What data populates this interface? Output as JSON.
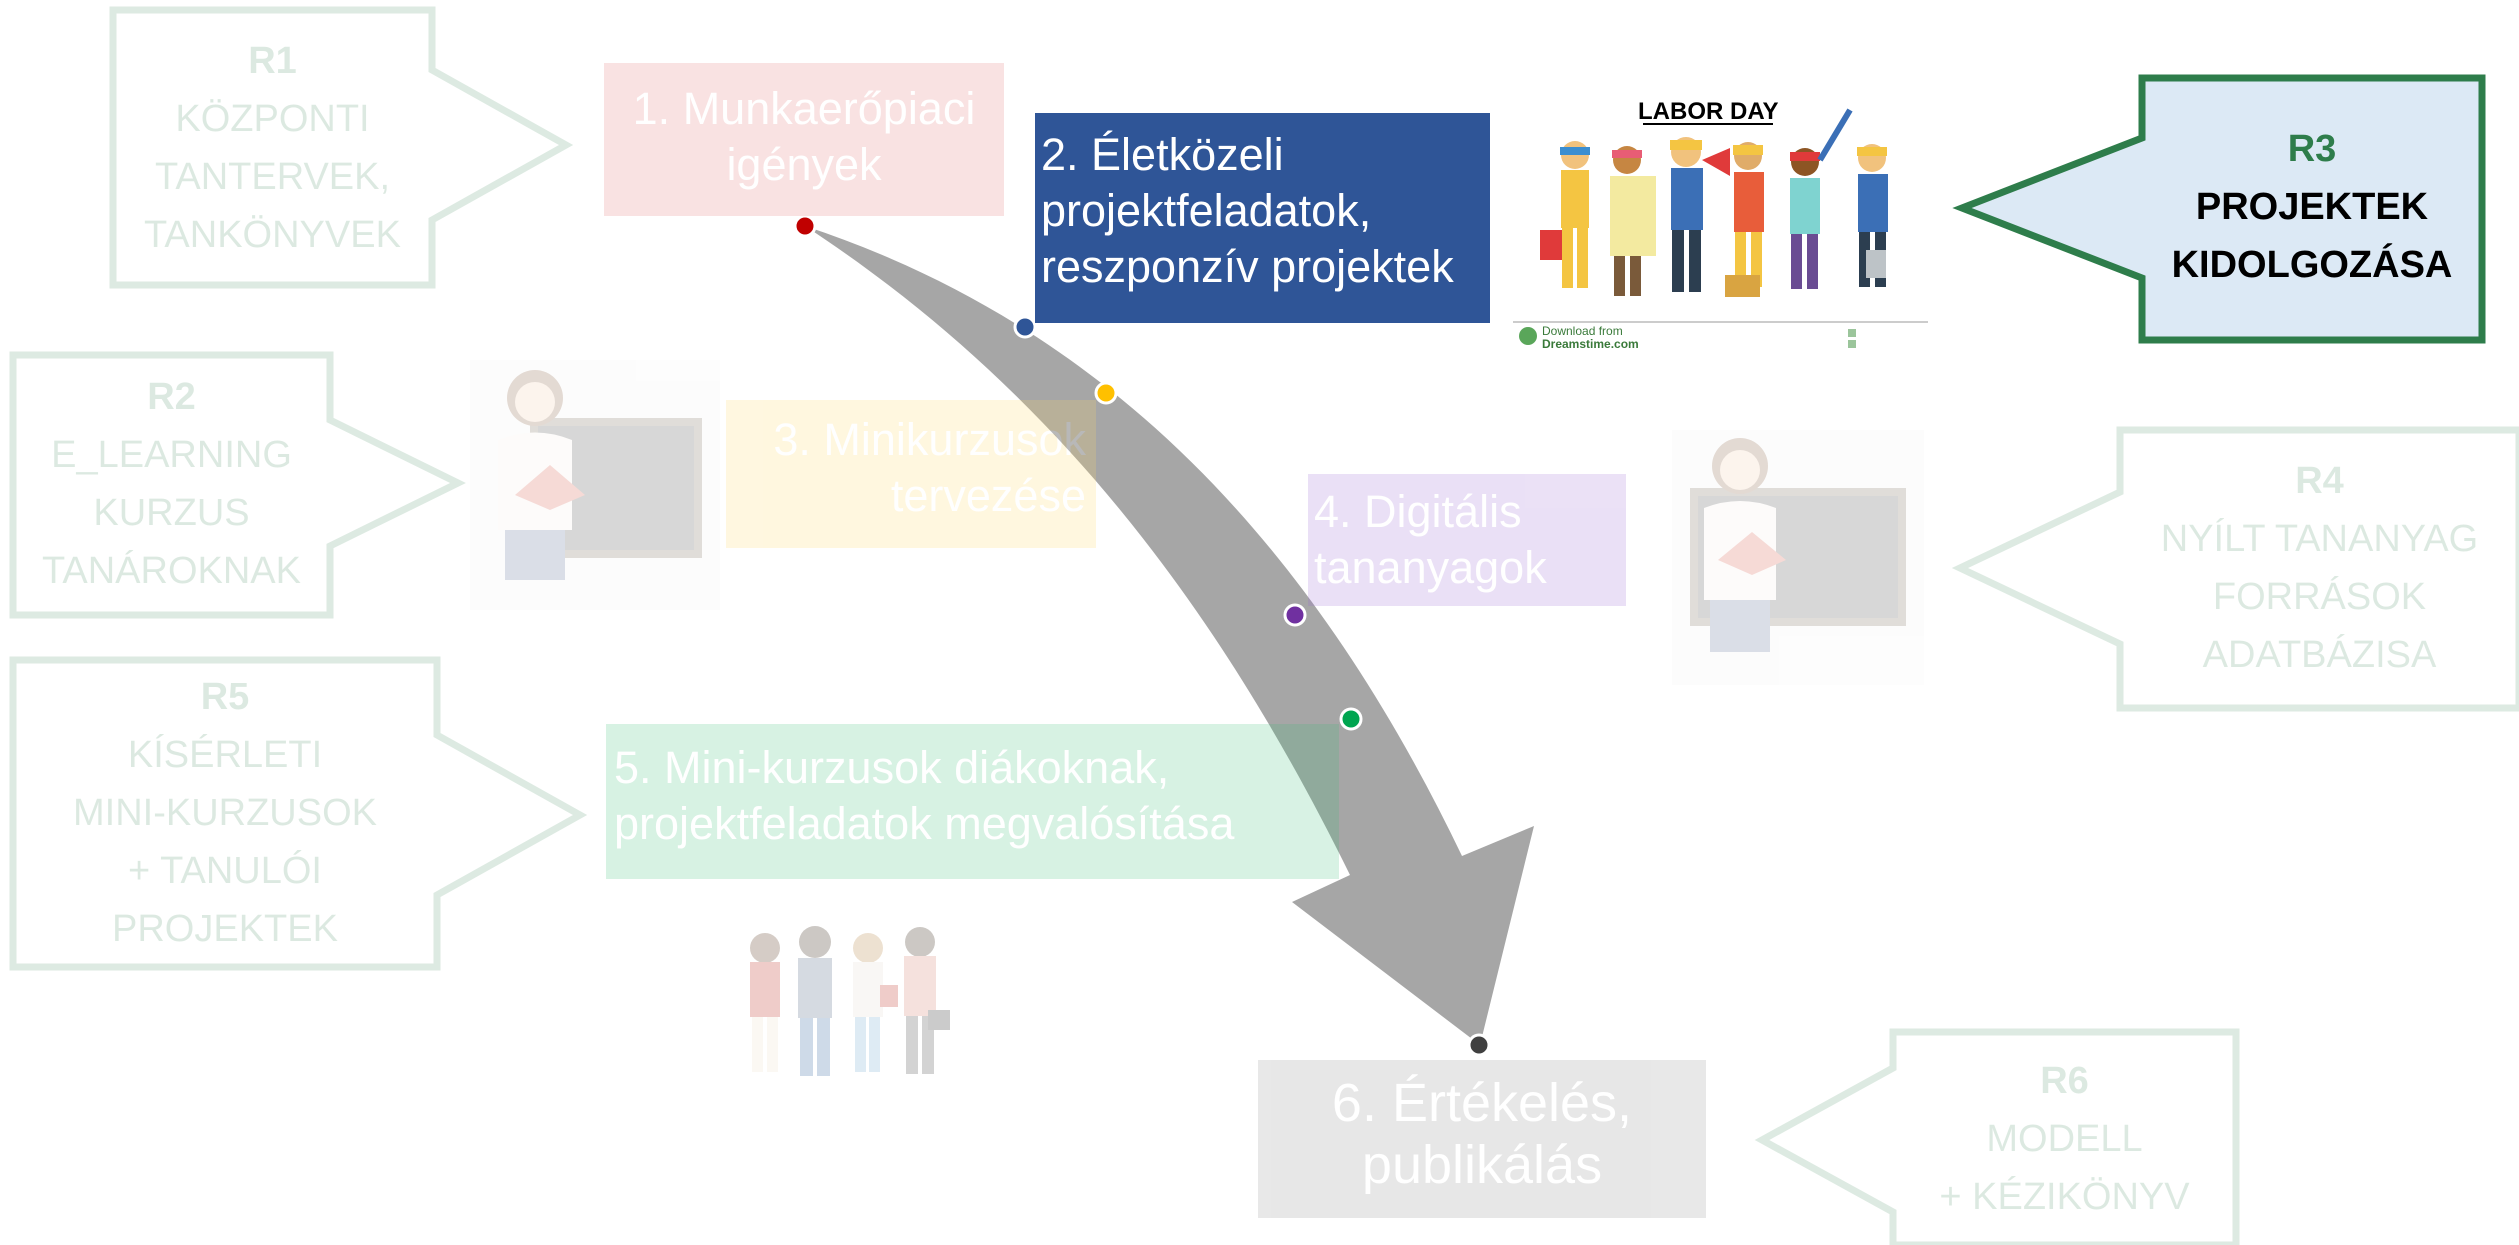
{
  "steps": [
    {
      "id": "1",
      "line1": "1. Munkaerőpiaci",
      "line2": "igények",
      "color": "#e57373",
      "faded": true
    },
    {
      "id": "2",
      "line1": "2. Életközeli",
      "line2": "projektfeladatok,",
      "line3": "reszponzív projektek",
      "color": "#2f5597",
      "faded": false
    },
    {
      "id": "3",
      "line1": "3. Minikurzusok",
      "line2": "tervezése",
      "color": "#ffd966",
      "faded": true
    },
    {
      "id": "4",
      "line1": "4. Digitális",
      "line2": "tananyagok",
      "color": "#9c6ad4",
      "faded": true
    },
    {
      "id": "5",
      "line1": "5. Mini-kurzusok diákoknak,",
      "line2": "projektfeladatok megvalósítása",
      "color": "#3bbf7a",
      "faded": true
    },
    {
      "id": "6",
      "line1": "6. Értékelés,",
      "line2": "publikálás",
      "color": "#8c8c8c",
      "faded": true
    }
  ],
  "results": [
    {
      "code": "R1",
      "lines": [
        "KÖZPONTI",
        "TANTERVEK,",
        "TANKÖNYVEK"
      ],
      "active": false
    },
    {
      "code": "R2",
      "lines": [
        "E_LEARNING",
        "KURZUS",
        "TANÁROKNAK"
      ],
      "active": false
    },
    {
      "code": "R3",
      "lines": [
        "PROJEKTEK",
        "KIDOLGOZÁSA"
      ],
      "active": true
    },
    {
      "code": "R4",
      "lines": [
        "NYÍLT TANANYAG",
        "FORRÁSOK",
        "ADATBÁZISA"
      ],
      "active": false
    },
    {
      "code": "R5",
      "lines": [
        "KÍSÉRLETI",
        "MINI-KURZUSOK",
        "+ TANULÓI",
        "PROJEKTEK"
      ],
      "active": false
    },
    {
      "code": "R6",
      "lines": [
        "MODELL",
        "+ KÉZIKÖNYV"
      ],
      "active": false
    }
  ],
  "labor_image": {
    "title": "LABOR DAY",
    "download_line1": "Download from",
    "download_line2": "Dreamstime.com"
  },
  "colors": {
    "arrow_green": "#2e7d4b",
    "r3_fill": "#dce9f5",
    "curve_gray": "#a6a6a6",
    "dot_red": "#c00000",
    "dot_blue": "#2f5597",
    "dot_yellow": "#ffc000",
    "dot_purple": "#7030a0",
    "dot_green": "#00a550",
    "dot_dark": "#404040"
  },
  "icons": [
    "teacher-with-board-image",
    "students-group-image",
    "workers-group-image"
  ]
}
